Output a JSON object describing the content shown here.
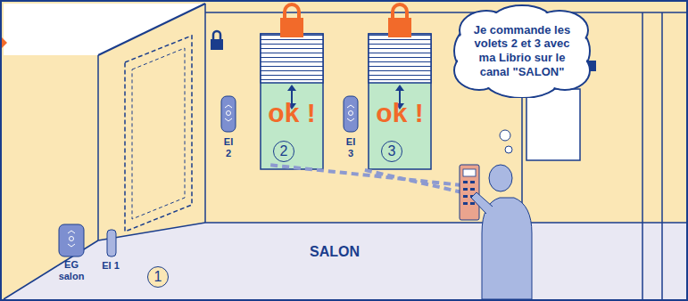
{
  "diagram": {
    "nodes": [
      {
        "text": [
          "Je commande les volets 2 et 3 avec ma Librio sur le canal \"SALON\""
        ]
      },
      {
        "text": [
          "ok !"
        ]
      },
      {
        "text": [
          "2"
        ],
        "in": 1
      },
      {
        "text": [
          "ok !"
        ]
      },
      {
        "text": [
          "3"
        ],
        "in": 3
      },
      {
        "text": [
          "1"
        ]
      }
    ],
    "labels": [
      "EG salon",
      "EI 1",
      "EI 2",
      "EI 3",
      "SALON"
    ]
  }
}
